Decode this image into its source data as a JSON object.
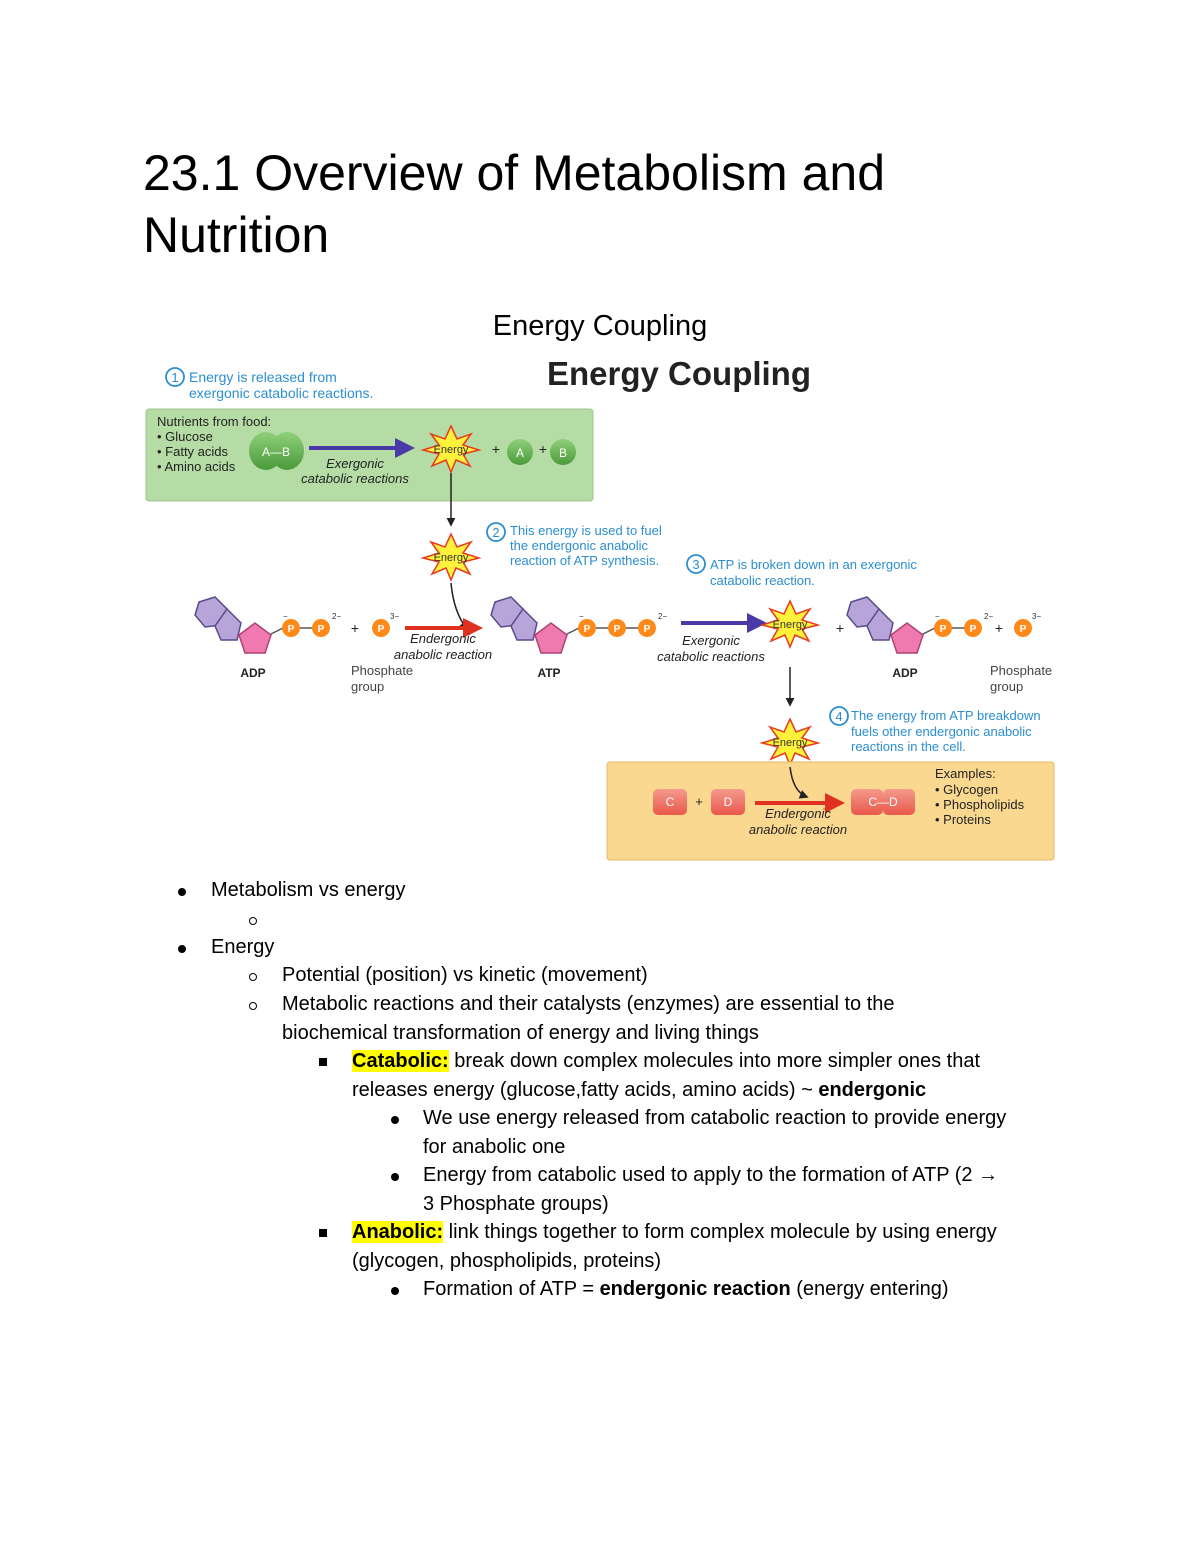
{
  "title": "23.1 Overview of Metabolism and Nutrition",
  "subtitle": "Energy Coupling",
  "figure": {
    "heading": "Energy Coupling",
    "step1": [
      "Energy is released from",
      "exergonic catabolic reactions."
    ],
    "nutrients_header": "Nutrients from food:",
    "nutrients": [
      "• Glucose",
      "• Fatty acids",
      "• Amino acids"
    ],
    "ab_label": "A—B",
    "a_label": "A",
    "b_label": "B",
    "energy_label": "Energy",
    "exergonic_catabolic": [
      "Exergonic",
      "catabolic reactions"
    ],
    "step2": [
      "This energy is used to fuel",
      "the endergonic anabolic",
      "reaction of ATP synthesis."
    ],
    "step3": [
      "ATP is broken down in an exergonic",
      "catabolic reaction."
    ],
    "step4": [
      "The energy from ATP breakdown",
      "fuels other endergonic anabolic",
      "reactions in the cell."
    ],
    "p_label": "P",
    "adp_label": "ADP",
    "atp_label": "ATP",
    "phosphate_group": [
      "Phosphate",
      "group"
    ],
    "endergonic_anabolic": [
      "Endergonic",
      "anabolic reaction"
    ],
    "c_label": "C",
    "d_label": "D",
    "cd_label": "C—D",
    "examples_header": "Examples:",
    "examples": [
      "• Glycogen",
      "• Phospholipids",
      "• Proteins"
    ],
    "step_numbers": [
      "1",
      "2",
      "3",
      "4"
    ],
    "plus": "+",
    "charge_minus": "−",
    "charge_2": "2−",
    "charge_3": "3−"
  },
  "notes": {
    "i1": "Metabolism vs energy",
    "i2": "Energy",
    "i3": "Potential (position) vs kinetic (movement)",
    "i4a": "Metabolic reactions and their catalysts (enzymes) are essential to the",
    "i4b": "biochemical transformation of energy and living things",
    "cat_term": "Catabolic:",
    "cat_a": " break down complex molecules into more simpler ones that",
    "cat_b": "releases energy (glucose,fatty acids, amino acids) ~ ",
    "cat_b_bold": "endergonic",
    "c1a": "We use energy released from catabolic reaction to provide energy",
    "c1b": "for anabolic one",
    "c2a": "Energy from catabolic used to apply to the formation of ATP (2 →",
    "c2b": "3 Phosphate groups)",
    "ana_term": "Anabolic:",
    "ana_a": " link things together to form complex molecule by using energy",
    "ana_b": "(glycogen, phospholipids, proteins)",
    "a1_pre": "Formation of ATP = ",
    "a1_bold": "endergonic reaction",
    "a1_post": " (energy entering)"
  }
}
